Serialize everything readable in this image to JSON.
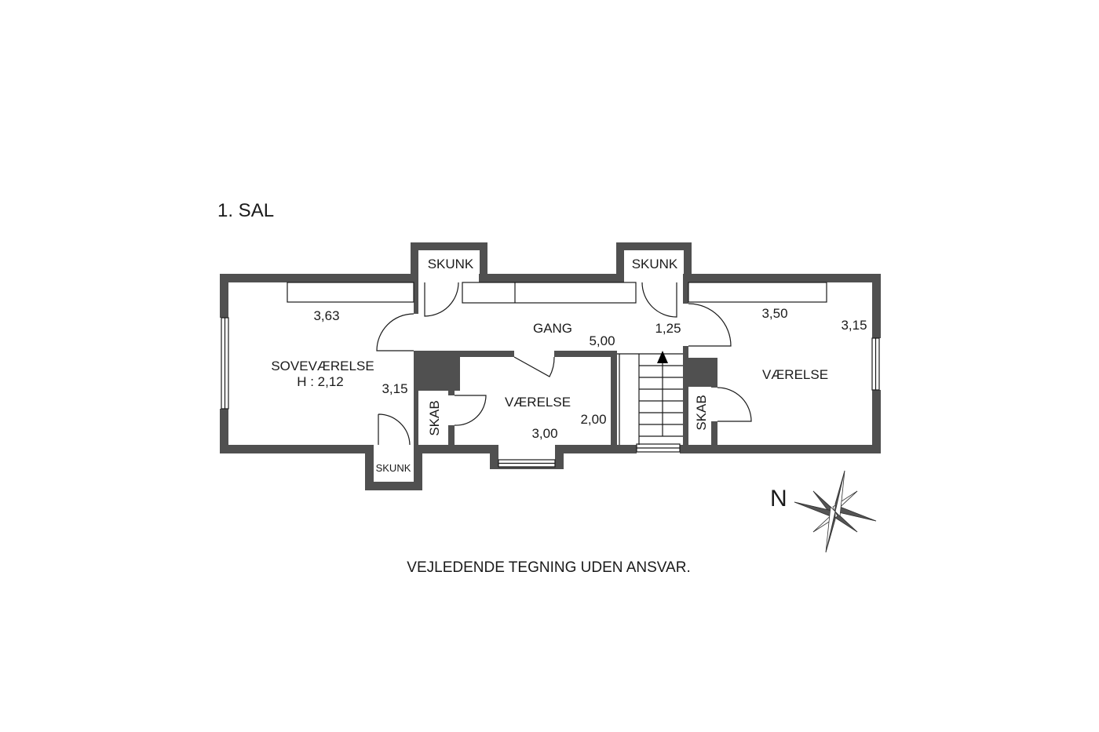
{
  "floor_title": "1. SAL",
  "disclaimer": "VEJLEDENDE TEGNING UDEN ANSVAR.",
  "compass": {
    "north_label": "N"
  },
  "rooms": {
    "bedroom": {
      "name": "SOVEVÆRELSE",
      "height": "H : 2,12",
      "dim_width": "3,63",
      "dim_depth": "3,15"
    },
    "hall": {
      "name": "GANG",
      "dim_length": "5,00",
      "dim_width": "1,25"
    },
    "room_center": {
      "name": "VÆRELSE",
      "dim_width": "3,00",
      "dim_depth": "2,00"
    },
    "room_right": {
      "name": "VÆRELSE",
      "dim_width": "3,50",
      "dim_depth": "3,15"
    },
    "skunk_top_left": {
      "name": "SKUNK"
    },
    "skunk_top_right": {
      "name": "SKUNK"
    },
    "skunk_bottom": {
      "name": "SKUNK"
    },
    "closet_center": {
      "name": "SKAB"
    },
    "closet_right": {
      "name": "SKAB"
    }
  },
  "colors": {
    "wall": "#505050",
    "line": "#1a1a1a",
    "background": "#ffffff"
  }
}
